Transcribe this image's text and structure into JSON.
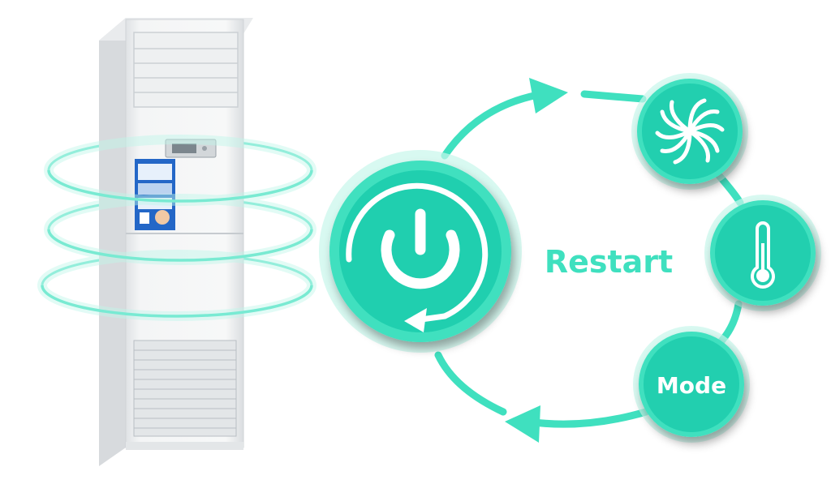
{
  "diagram": {
    "center_label": "Restart",
    "nodes": {
      "power": {
        "icon": "power-restart-icon"
      },
      "fan": {
        "icon": "fan-icon"
      },
      "temperature": {
        "icon": "thermometer-icon"
      },
      "mode": {
        "label": "Mode"
      }
    },
    "device": {
      "icon": "floor-standing-air-conditioner"
    }
  },
  "colors": {
    "accent": "#3fe0bf",
    "accent_dark": "#12c7a4",
    "accent_light": "#bff7ea",
    "ring_glow": "#7ff0d6",
    "unit_body": "#f2f3f4",
    "unit_shadow": "#d9dcdf",
    "background": "#ffffff",
    "text_light": "#ffffff"
  }
}
